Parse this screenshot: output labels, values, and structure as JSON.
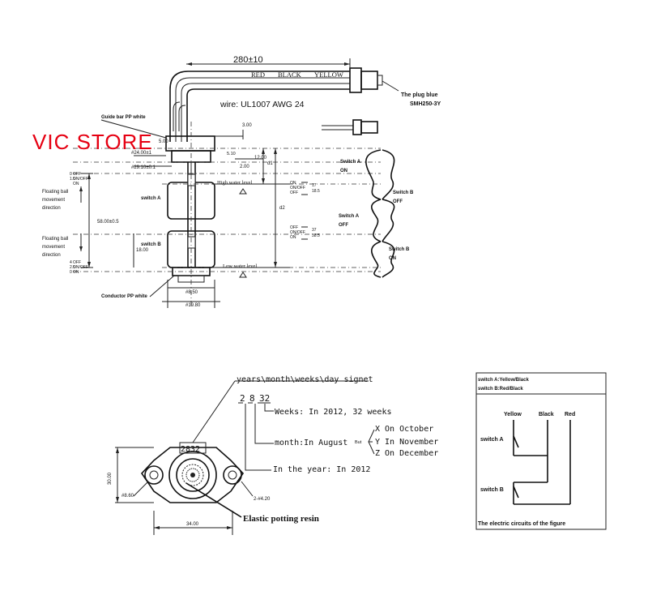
{
  "brand": {
    "name": "VIC  STORE",
    "color": "#e60012"
  },
  "top": {
    "cable_length": "280±10",
    "wire_colors": [
      "RED",
      "BLACK",
      "YELLOW"
    ],
    "wire_spec": "wire:  UL1007 AWG 24",
    "plug_label": "The plug   blue",
    "plug_model": "SMH250-3Y",
    "guide_bar": "Guide bar  PP  white",
    "dims": {
      "d300": "3.00",
      "d5": "5.00",
      "d24": "#24.00±1",
      "d29": "#29.10±0.1",
      "d510": "5.10",
      "d200": "2.00",
      "d1200": "12.00",
      "d1": "d1",
      "d2": "d2",
      "d58": "58.00±0.5",
      "d1800": "18.00",
      "d850": "#8.50",
      "d1980": "#19.80"
    },
    "left_scale": [
      "0",
      "1.5",
      "ON/OFF",
      "ON",
      "OFF",
      "4",
      "2.5",
      "ON/OFF",
      "0"
    ],
    "left_scale_labels": {
      "a": "OFF",
      "b": "ON/OFF",
      "c": "ON",
      "d": "OFF",
      "e": "ON/OFF",
      "f": "ON"
    },
    "float_up": [
      "Floating ball",
      "movement",
      "direction"
    ],
    "float_down": [
      "Floating ball",
      "movement",
      "direction"
    ],
    "switch_a": "switch A",
    "switch_b": "switch B",
    "high_water": "High water level",
    "low_water": "Low water level",
    "mid_scale_top": [
      "ON",
      "ON/OFF",
      "OFF",
      "17",
      "18.5"
    ],
    "mid_scale_bot": [
      "OFF",
      "ON/OFF",
      "ON",
      "37",
      "38.5"
    ],
    "collar": "Conductor  PP  white",
    "states": {
      "a_on": [
        "Switch A",
        "ON"
      ],
      "b_off": [
        "Switch B",
        "OFF"
      ],
      "a_off": [
        "Switch A",
        "OFF"
      ],
      "b_on": [
        "Switch B",
        "ON"
      ]
    }
  },
  "marking": {
    "header": "years\\month\\weeks\\day signet",
    "digits": [
      "2",
      "8",
      "32"
    ],
    "weeks": "Weeks: In 2012, 32 weeks",
    "month": "month:In August",
    "but": "But",
    "months": [
      "X On October",
      "Y In November",
      "Z On December"
    ],
    "year": "In the year: In 2012",
    "stamp": "2832",
    "d860": "#8.60",
    "d3000": "30.00",
    "d3400": "34.00",
    "holes": "2-#4.20",
    "resin": "Elastic potting resin"
  },
  "circuit": {
    "title1": "switch A:Yellow/Black",
    "title2": "switch B:Red/Black",
    "cols": [
      "Yellow",
      "Black",
      "Red"
    ],
    "sw_a": "switch A",
    "sw_b": "switch B",
    "footer": "The electric circuits of the figure"
  }
}
